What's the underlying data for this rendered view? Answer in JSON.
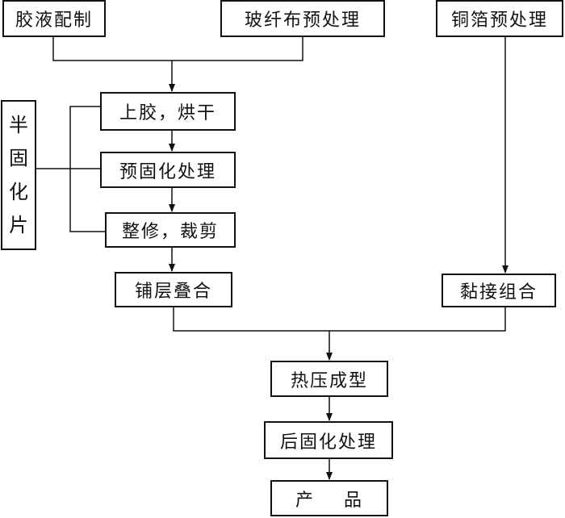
{
  "steps": {
    "glue_prep": "胶液配制",
    "glass_cloth_pretreat": "玻纤布预处理",
    "copper_foil_pretreat": "铜箔预处理",
    "glue_dry": "上胶，烘干",
    "precure": "预固化处理",
    "trim_cut": "整修，裁剪",
    "layup": "铺层叠合",
    "bond_combine": "黏接组合",
    "hot_press": "热压成型",
    "postcure": "后固化处理",
    "product": "产    品"
  },
  "side_label": {
    "chars": [
      "半",
      "固",
      "化",
      "片"
    ]
  }
}
